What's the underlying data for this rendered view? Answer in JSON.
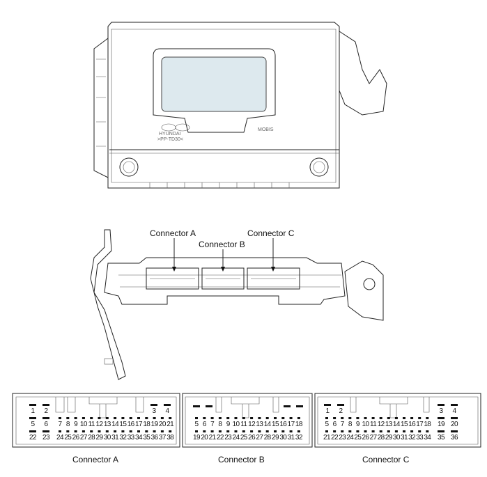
{
  "top_view": {
    "brand_marks": [
      "HYUNDAI",
      "MOBIS"
    ],
    "part_code": ">PP-TD30<"
  },
  "side_view": {
    "callouts": [
      "Connector A",
      "Connector B",
      "Connector C"
    ]
  },
  "connectors": [
    {
      "name": "Connector A",
      "rows": [
        {
          "left": [
            "1",
            "2"
          ],
          "main": [],
          "right": [
            "3",
            "4"
          ]
        },
        {
          "left": [
            "5",
            "6"
          ],
          "main": [
            "7",
            "8",
            "9",
            "10",
            "11",
            "12",
            "13",
            "14",
            "15",
            "16",
            "17",
            "18",
            "19",
            "20",
            "21"
          ],
          "right": []
        },
        {
          "left": [
            "22",
            "23"
          ],
          "main": [
            "24",
            "25",
            "26",
            "27",
            "28",
            "29",
            "30",
            "31",
            "32",
            "33",
            "34",
            "35",
            "36",
            "37",
            "38"
          ],
          "right": []
        }
      ]
    },
    {
      "name": "Connector B",
      "rows": [
        {
          "left": [],
          "main": [],
          "right": []
        },
        {
          "left": [],
          "main": [
            "5",
            "6",
            "7",
            "8",
            "9",
            "10",
            "11",
            "12",
            "13",
            "14",
            "15",
            "16",
            "17",
            "18"
          ],
          "right": []
        },
        {
          "left": [],
          "main": [
            "19",
            "20",
            "21",
            "22",
            "23",
            "24",
            "25",
            "26",
            "27",
            "28",
            "29",
            "30",
            "31",
            "32"
          ],
          "right": []
        }
      ]
    },
    {
      "name": "Connector C",
      "rows": [
        {
          "left": [
            "1",
            "2"
          ],
          "main": [],
          "right": [
            "3",
            "4"
          ]
        },
        {
          "left": [],
          "main": [
            "5",
            "6",
            "7",
            "8",
            "9",
            "10",
            "11",
            "12",
            "13",
            "14",
            "15",
            "16",
            "17",
            "18"
          ],
          "right": [
            "19",
            "20"
          ]
        },
        {
          "left": [],
          "main": [
            "21",
            "22",
            "23",
            "24",
            "25",
            "26",
            "27",
            "28",
            "29",
            "30",
            "31",
            "32",
            "33",
            "34"
          ],
          "right": [
            "35",
            "36"
          ]
        }
      ]
    }
  ]
}
